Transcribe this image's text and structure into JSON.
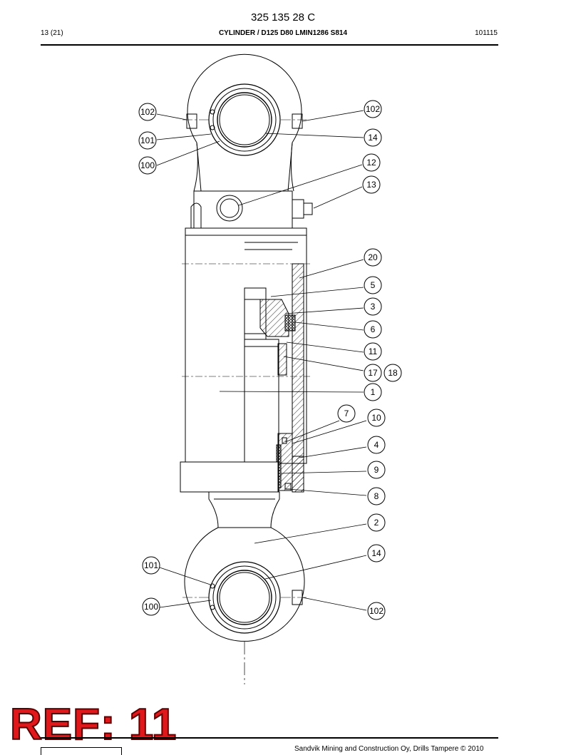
{
  "header": {
    "doc_number": "325 135 28 C",
    "page": "13 (21)",
    "title": "CYLINDER / D125 D80 LMIN1286 S814",
    "code": "101115"
  },
  "callouts": {
    "c102_top_left": "102",
    "c101_top": "101",
    "c100_top": "100",
    "c102_top_right": "102",
    "c14_top": "14",
    "c12": "12",
    "c13": "13",
    "c20": "20",
    "c5": "5",
    "c3": "3",
    "c6": "6",
    "c11": "11",
    "c17": "17",
    "c18": "18",
    "c1": "1",
    "c7": "7",
    "c10": "10",
    "c4": "4",
    "c9": "9",
    "c8": "8",
    "c2": "2",
    "c14_bottom": "14",
    "c101_bottom": "101",
    "c100_bottom": "100",
    "c102_bottom": "102"
  },
  "stamp": {
    "text": "REF: 11",
    "color": "#e0181b"
  },
  "footer": {
    "copyright": "Sandvik Mining and Construction Oy, Drills Tampere © 2010"
  }
}
